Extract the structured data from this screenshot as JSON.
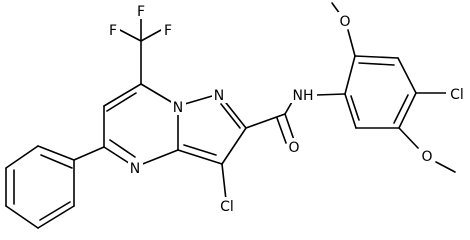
{
  "structure": {
    "atoms": [
      {
        "id": "F_top",
        "label": "F"
      },
      {
        "id": "F_left",
        "label": "F"
      },
      {
        "id": "F_right",
        "label": "F"
      },
      {
        "id": "N_bridge",
        "label": "N"
      },
      {
        "id": "N_pz",
        "label": "N"
      },
      {
        "id": "N_pm",
        "label": "N"
      },
      {
        "id": "NH",
        "label": "NH"
      },
      {
        "id": "O_amide",
        "label": "O"
      },
      {
        "id": "Cl_pz",
        "label": "Cl"
      },
      {
        "id": "Cl_ar",
        "label": "Cl"
      },
      {
        "id": "O_meo1",
        "label": "O"
      },
      {
        "id": "O_meo2",
        "label": "O"
      }
    ]
  }
}
